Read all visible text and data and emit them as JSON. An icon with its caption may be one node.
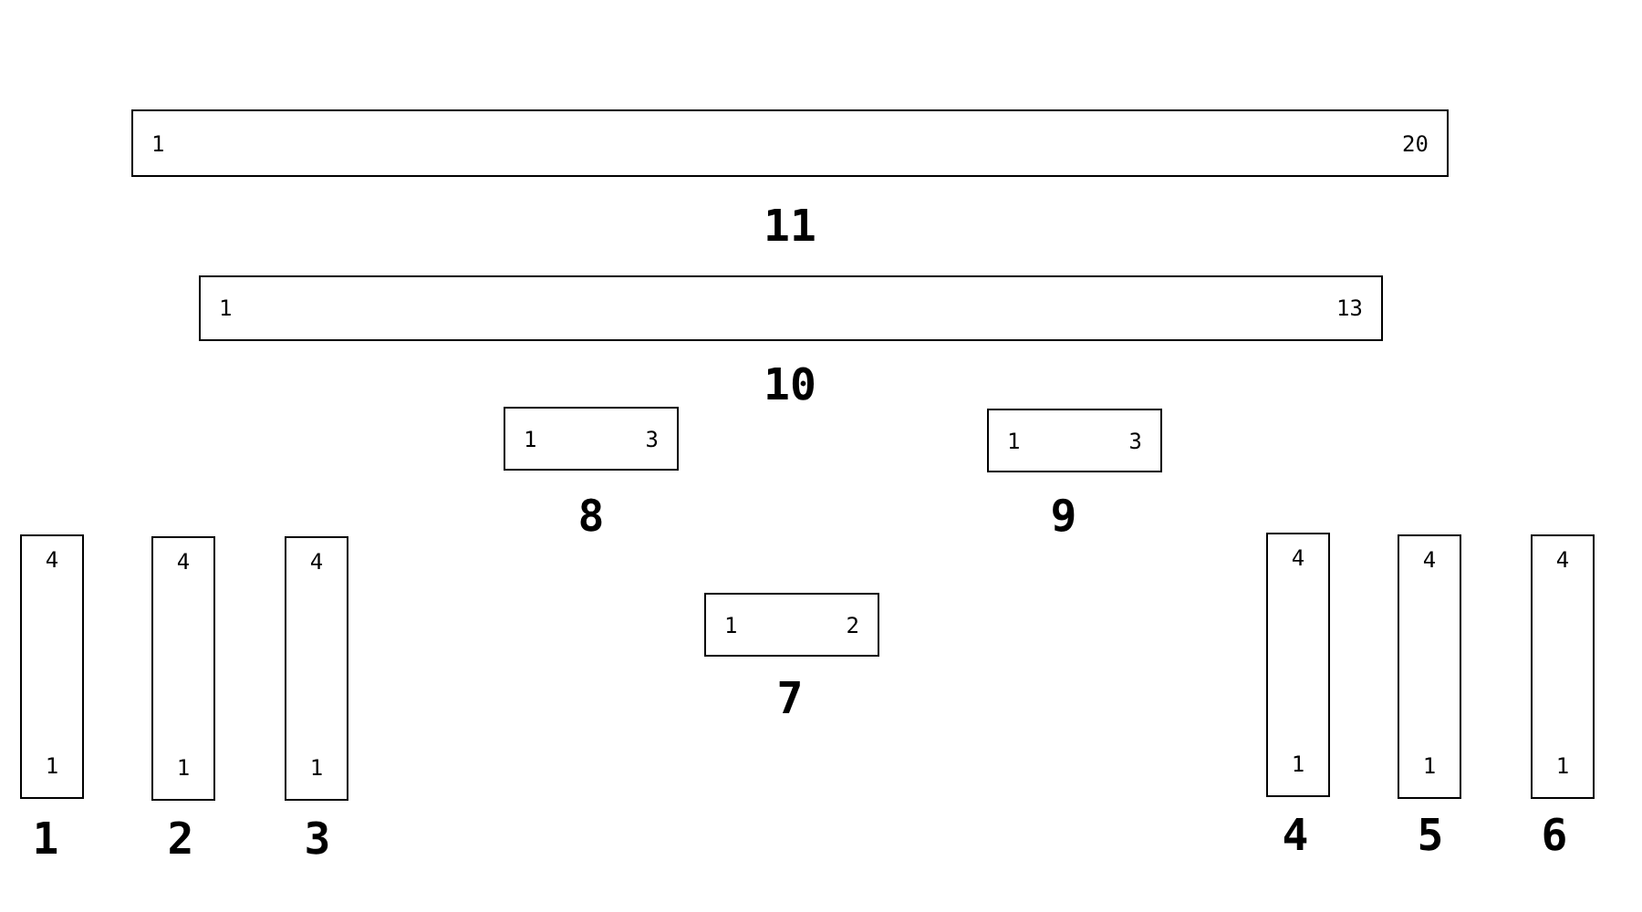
{
  "diagram": {
    "nodes": [
      {
        "text": [
          "1",
          "20"
        ],
        "beside": [
          "11"
        ]
      },
      {
        "text": [
          "1",
          "13"
        ],
        "beside": [
          "10"
        ]
      },
      {
        "text": [
          "1",
          "3"
        ],
        "beside": [
          "8"
        ]
      },
      {
        "text": [
          "1",
          "3"
        ],
        "beside": [
          "9"
        ]
      },
      {
        "text": [
          "4",
          "1"
        ],
        "beside": [
          "1"
        ]
      },
      {
        "text": [
          "4",
          "1"
        ],
        "beside": [
          "2"
        ]
      },
      {
        "text": [
          "4",
          "1"
        ],
        "beside": [
          "3"
        ]
      },
      {
        "text": [
          "1",
          "2"
        ],
        "beside": [
          "7"
        ]
      },
      {
        "text": [
          "4",
          "1"
        ],
        "beside": [
          "4"
        ]
      },
      {
        "text": [
          "4",
          "1"
        ],
        "beside": [
          "5"
        ]
      },
      {
        "text": [
          "4",
          "1"
        ],
        "beside": [
          "6"
        ]
      }
    ]
  }
}
